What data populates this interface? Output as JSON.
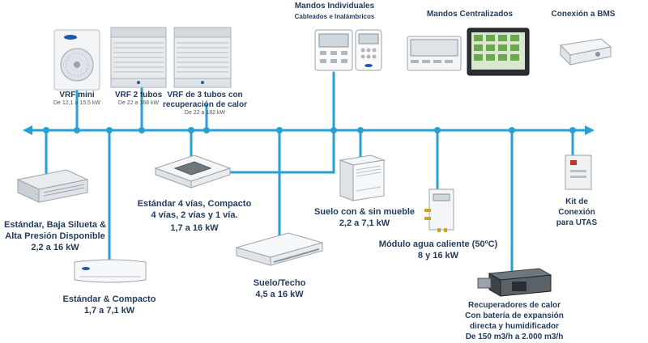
{
  "top": {
    "vrf_mini": {
      "title": "VRF mini",
      "range": "De 12,1 a 15,5 kW"
    },
    "vrf_2": {
      "title": "VRF 2 tubos",
      "range": "De 22 a 168 kW"
    },
    "vrf_3": {
      "title_line1": "VRF de 3 tubos con",
      "title_line2": "recuperación de calor",
      "range": "De 22 a 182 kW"
    },
    "mandos_ind": {
      "title": "Mandos Individuales",
      "subtitle": "Cableados e Inalámbricos"
    },
    "mandos_cent": {
      "title": "Mandos Centralizados"
    },
    "bms": {
      "title": "Conexión a BMS"
    }
  },
  "units": {
    "baja_silueta": {
      "line1": "Estándar, Baja Silueta &",
      "line2": "Alta Presión Disponible",
      "power": "2,2 a 16 kW"
    },
    "estandar_compacto": {
      "line1": "Estándar & Compacto",
      "power": "1,7 a 7,1 kW"
    },
    "cassette": {
      "line1": "Estándar 4 vías, Compacto",
      "line2": "4 vías, 2 vías y 1 vía.",
      "power": "1,7 a 16 kW"
    },
    "suelo_techo": {
      "line1": "Suelo/Techo",
      "power": "4,5 a 16 kW"
    },
    "suelo_mueble": {
      "line1": "Suelo con & sin mueble",
      "power": "2,2 a 7,1 kW"
    },
    "agua_caliente": {
      "line1": "Módulo agua caliente (50ºC)",
      "power": "8 y 16 kW"
    },
    "utas": {
      "line1": "Kit de",
      "line2": "Conexión",
      "line3": "para UTAS"
    },
    "recuperadores": {
      "line1": "Recuperadores de calor",
      "line2": "Con batería de expansión",
      "line3": "directa y humidificador",
      "range": "De 150 m3/h a 2.000 m3/h"
    }
  },
  "colors": {
    "bus": "#2a9fd6",
    "text": "#1f3a5f"
  }
}
